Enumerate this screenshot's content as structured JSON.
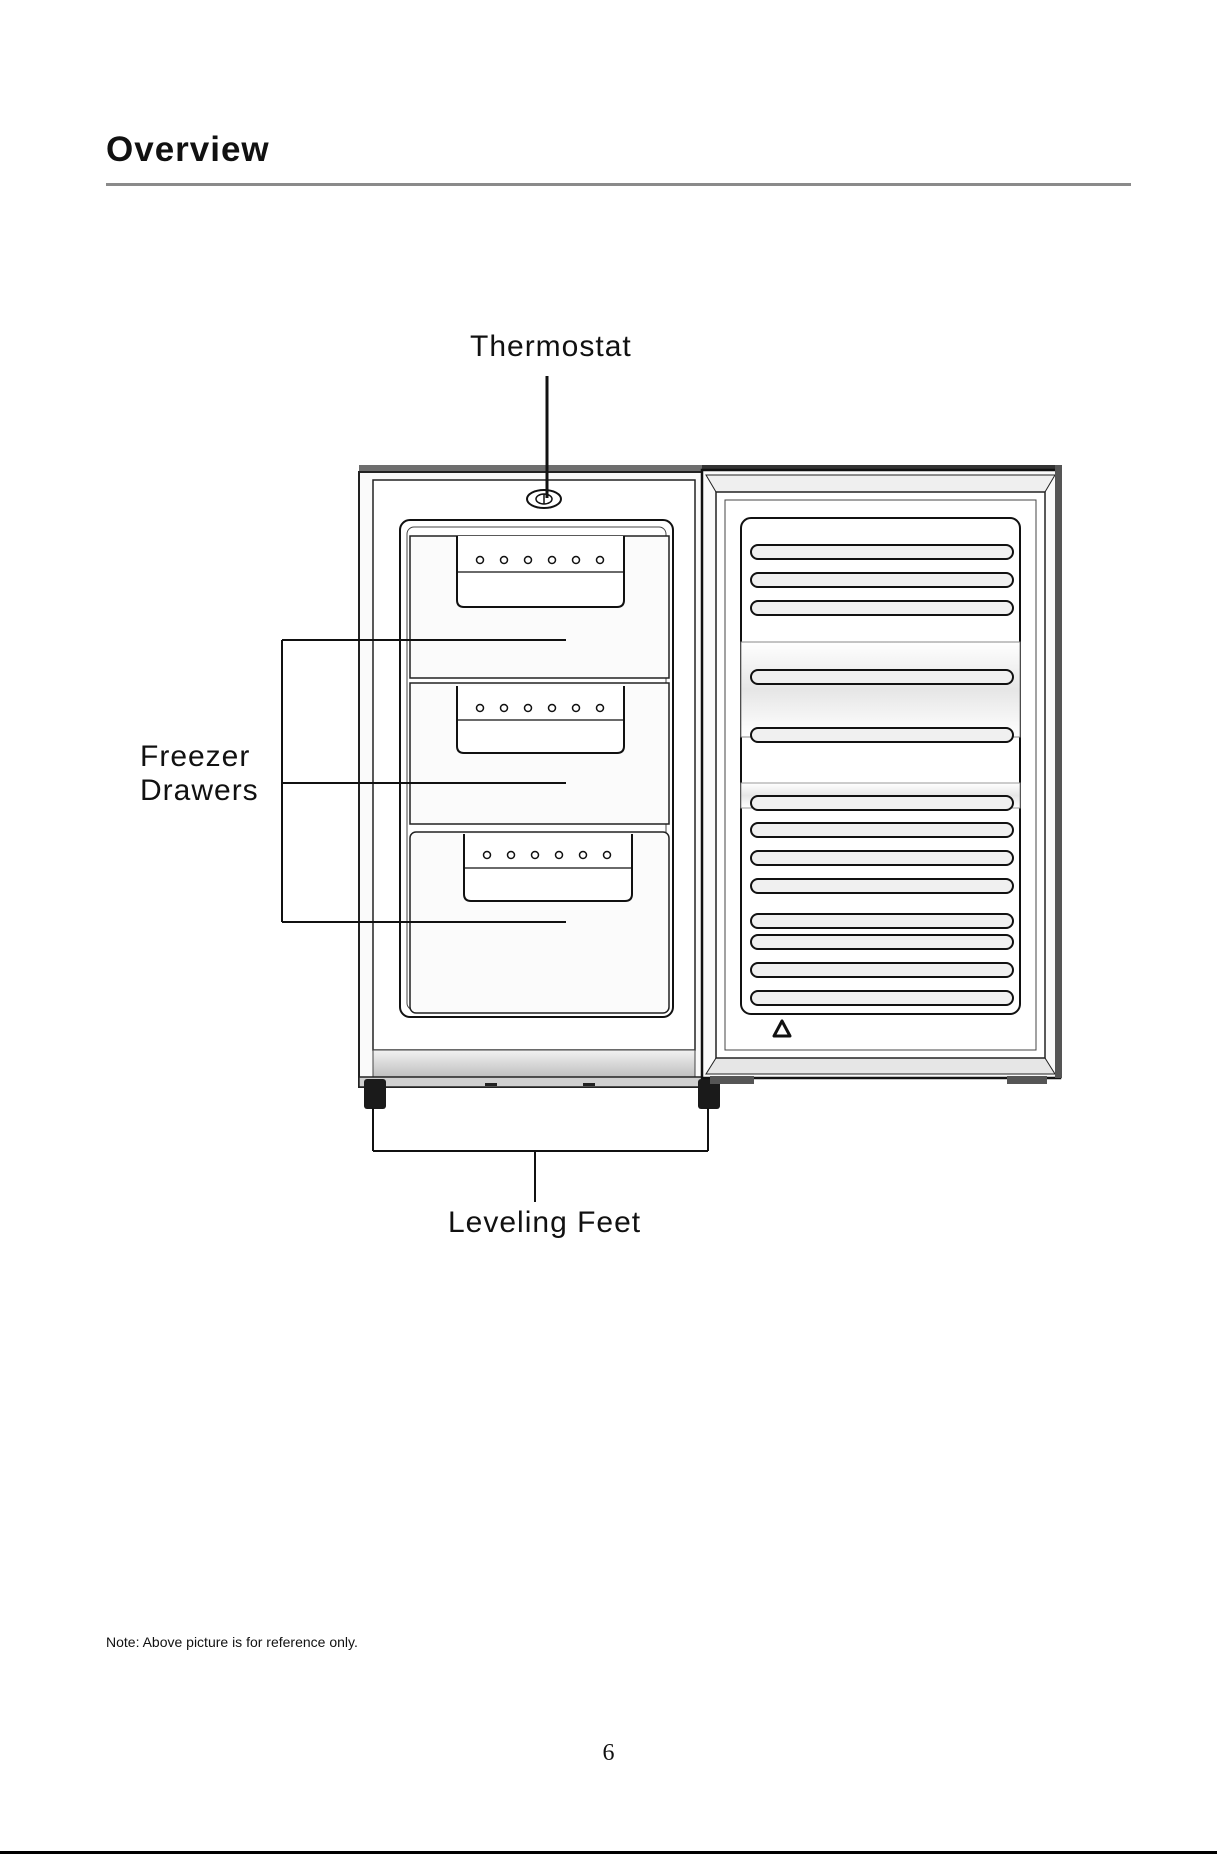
{
  "page": {
    "title": "Overview",
    "note": "Note: Above picture is for reference only.",
    "page_number": "6"
  },
  "figure": {
    "labels": {
      "thermostat": "Thermostat",
      "freezer_drawers_line1": "Freezer",
      "freezer_drawers_line2": "Drawers",
      "leveling_feet": "Leveling Feet"
    }
  }
}
